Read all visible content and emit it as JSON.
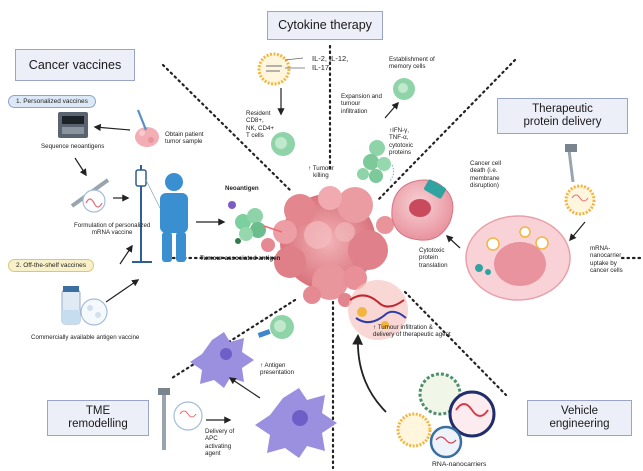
{
  "sections": {
    "cytokine_therapy": "Cytokine therapy",
    "cancer_vaccines": "Cancer vaccines",
    "therapeutic_protein_delivery_line1": "Therapeutic",
    "therapeutic_protein_delivery_line2": "protein delivery",
    "tme_remodelling_line1": "TME",
    "tme_remodelling_line2": "remodelling",
    "vehicle_engineering_line1": "Vehicle",
    "vehicle_engineering_line2": "engineering"
  },
  "vaccine_types": {
    "personalized": "1.  Personalized vaccines",
    "off_the_shelf": "2.  Off-the-shelf vaccines"
  },
  "labels": {
    "obtain_tumor_line1": "Obtain patient",
    "obtain_tumor_line2": "tumor sample",
    "sequence_neoantigens": "Sequence neoantigens",
    "formulation_line1": "Formulation of personalized",
    "formulation_line2": "mRNA vaccine",
    "commercial_vaccine": "Commercially available antigen vaccine",
    "neoantigen": "Neoantigen",
    "tumour_associated_antigen": "Tumour-associated antigen",
    "cytokines_line1": "IL-2, IL-12,",
    "cytokines_line2": "IL-17",
    "resident_cells_line1": "Resident",
    "resident_cells_line2": "CD8+,",
    "resident_cells_line3": "NK, CD4+",
    "resident_cells_line4": "T cells",
    "memory_cells_line1": "Establishment of",
    "memory_cells_line2": "memory cells",
    "expansion_line1": "Expansion and",
    "expansion_line2": "tumour",
    "expansion_line3": "infiltration",
    "ifn_line1": "↑IFN-γ,",
    "ifn_line2": "TNF-α,",
    "ifn_line3": "cytotoxic",
    "ifn_line4": "proteins",
    "tumour_killing_line1": "↑ Tumour",
    "tumour_killing_line2": "killing",
    "cell_death_line1": "Cancer cell",
    "cell_death_line2": "death (i.e.",
    "cell_death_line3": "membrane",
    "cell_death_line4": "disruption)",
    "cytotoxic_translation_line1": "Cytotoxic",
    "cytotoxic_translation_line2": "protein",
    "cytotoxic_translation_line3": "translation",
    "uptake_line1": "mRNA-",
    "uptake_line2": "nanocarrier",
    "uptake_line3": "uptake by",
    "uptake_line4": "cancer cells",
    "infiltration_line1": "↑ Tumour infiltration &",
    "infiltration_line2": "delivery of therapeutic agent",
    "antigen_presentation_line1": "↑ Antigen",
    "antigen_presentation_line2": "presentation",
    "apc_line1": "Delivery of",
    "apc_line2": "APC",
    "apc_line3": "activating",
    "apc_line4": "agent",
    "rna_nanocarriers": "RNA-nanocarriers"
  },
  "colors": {
    "box_fill": "#eceef8",
    "box_border": "#9aa3c8",
    "tumor": "#e58f95",
    "tcell": "#8fd3a8",
    "apc": "#9b8fe0",
    "patient": "#3a8fd1",
    "nanocarrier": "#f2b640",
    "cancer_cell": "#ef9aa6",
    "arrow": "#222222"
  }
}
